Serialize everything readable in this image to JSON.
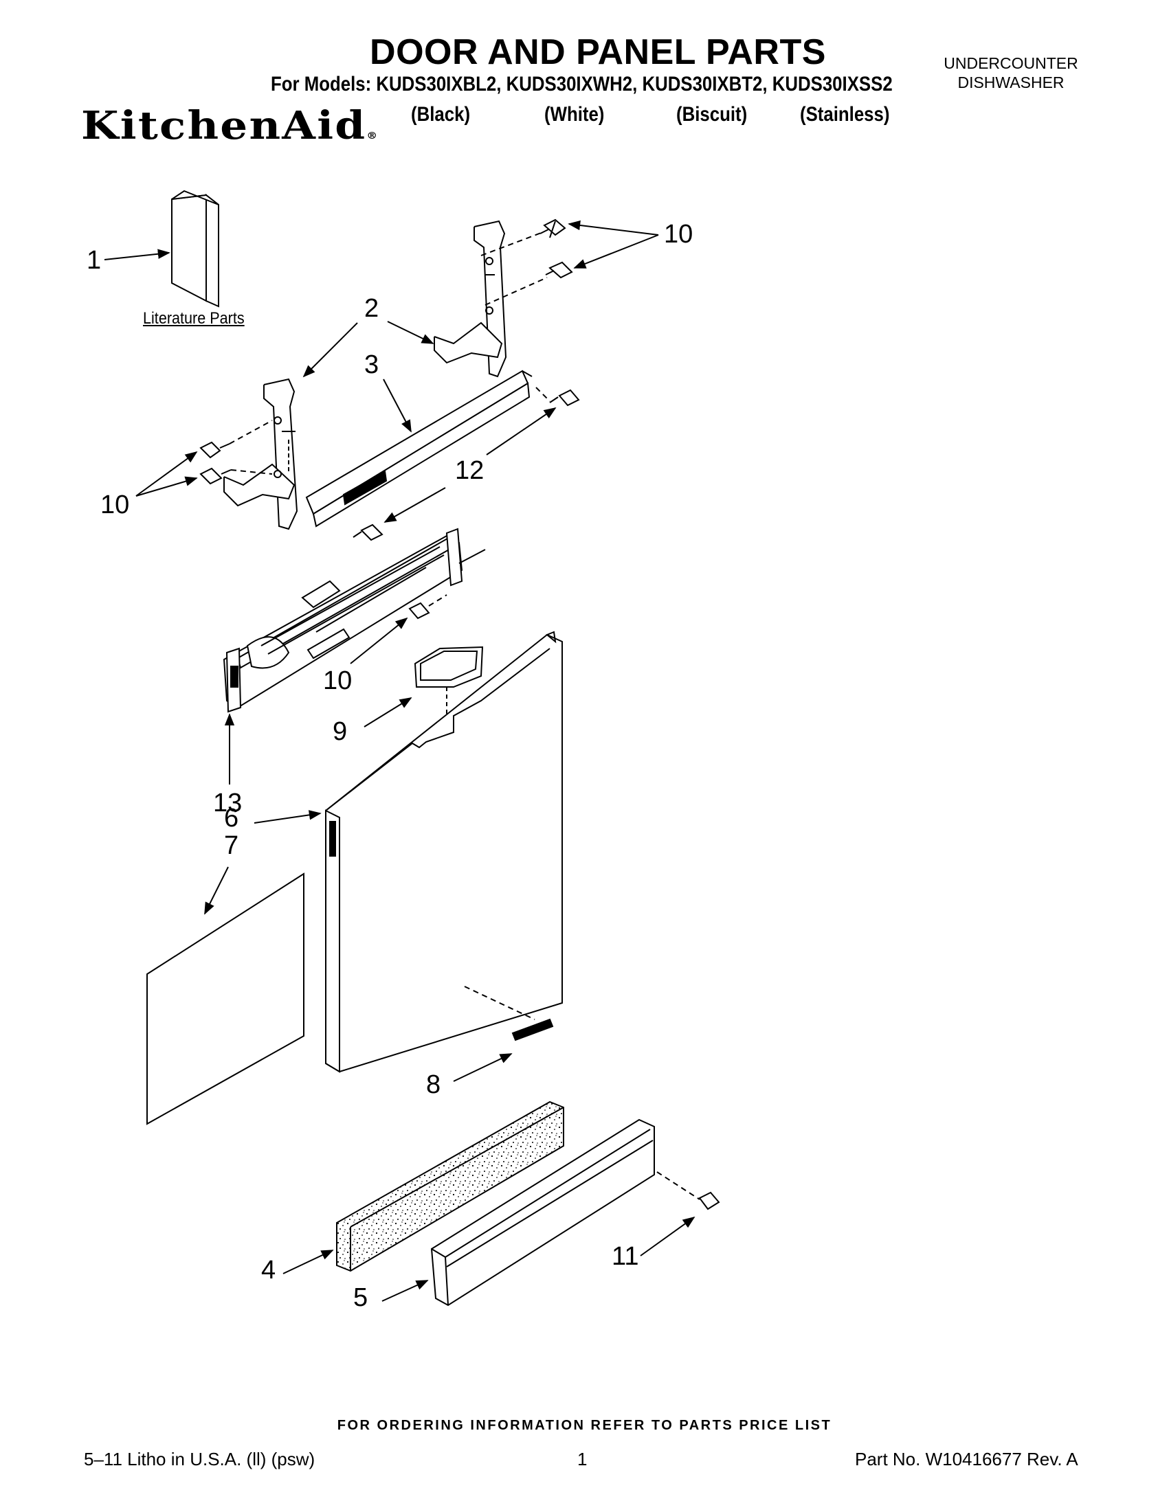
{
  "header": {
    "title": "DOOR AND PANEL PARTS",
    "models_line": "For Models: KUDS30IXBL2, KUDS30IXWH2, KUDS30IXBT2, KUDS30IXSS2",
    "brand": "KitchenAid",
    "variants": [
      "(Black)",
      "(White)",
      "(Biscuit)",
      "(Stainless)"
    ],
    "appliance_line1": "UNDERCOUNTER",
    "appliance_line2": "DISHWASHER"
  },
  "diagram": {
    "literature_label": "Literature Parts",
    "callouts": [
      "1",
      "2",
      "3",
      "10",
      "10",
      "12",
      "10",
      "13",
      "9",
      "6",
      "7",
      "8",
      "4",
      "5",
      "11"
    ]
  },
  "footer": {
    "ordering_note": "FOR ORDERING INFORMATION REFER TO PARTS PRICE LIST",
    "litho": "5–11 Litho in U.S.A. (ll) (psw)",
    "page_number": "1",
    "part_number": "Part No. W10416677 Rev. A"
  }
}
